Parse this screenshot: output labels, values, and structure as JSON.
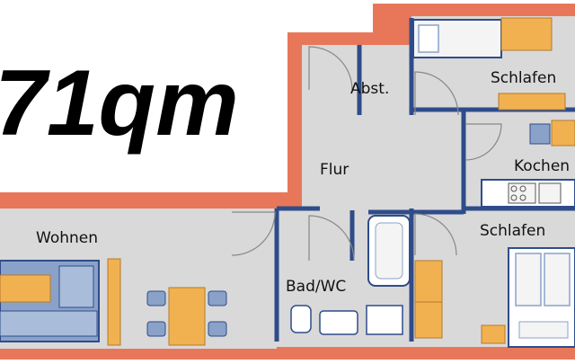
{
  "plan": {
    "area_label": "71qm",
    "rooms": {
      "storage": "Abst.",
      "bedroom_top": "Schlafen",
      "kitchen": "Kochen",
      "hallway": "Flur",
      "living": "Wohnen",
      "bedroom_bottom": "Schlafen",
      "bathroom": "Bad/WC"
    }
  },
  "colors": {
    "outer_wall": "#e8775a",
    "inner_wall": "#2f4c8a",
    "floor": "#d9d9d9",
    "furniture_orange": "#f2b150",
    "furniture_blue": "#8aa2c8",
    "fixture_white": "#f4f4f4"
  }
}
